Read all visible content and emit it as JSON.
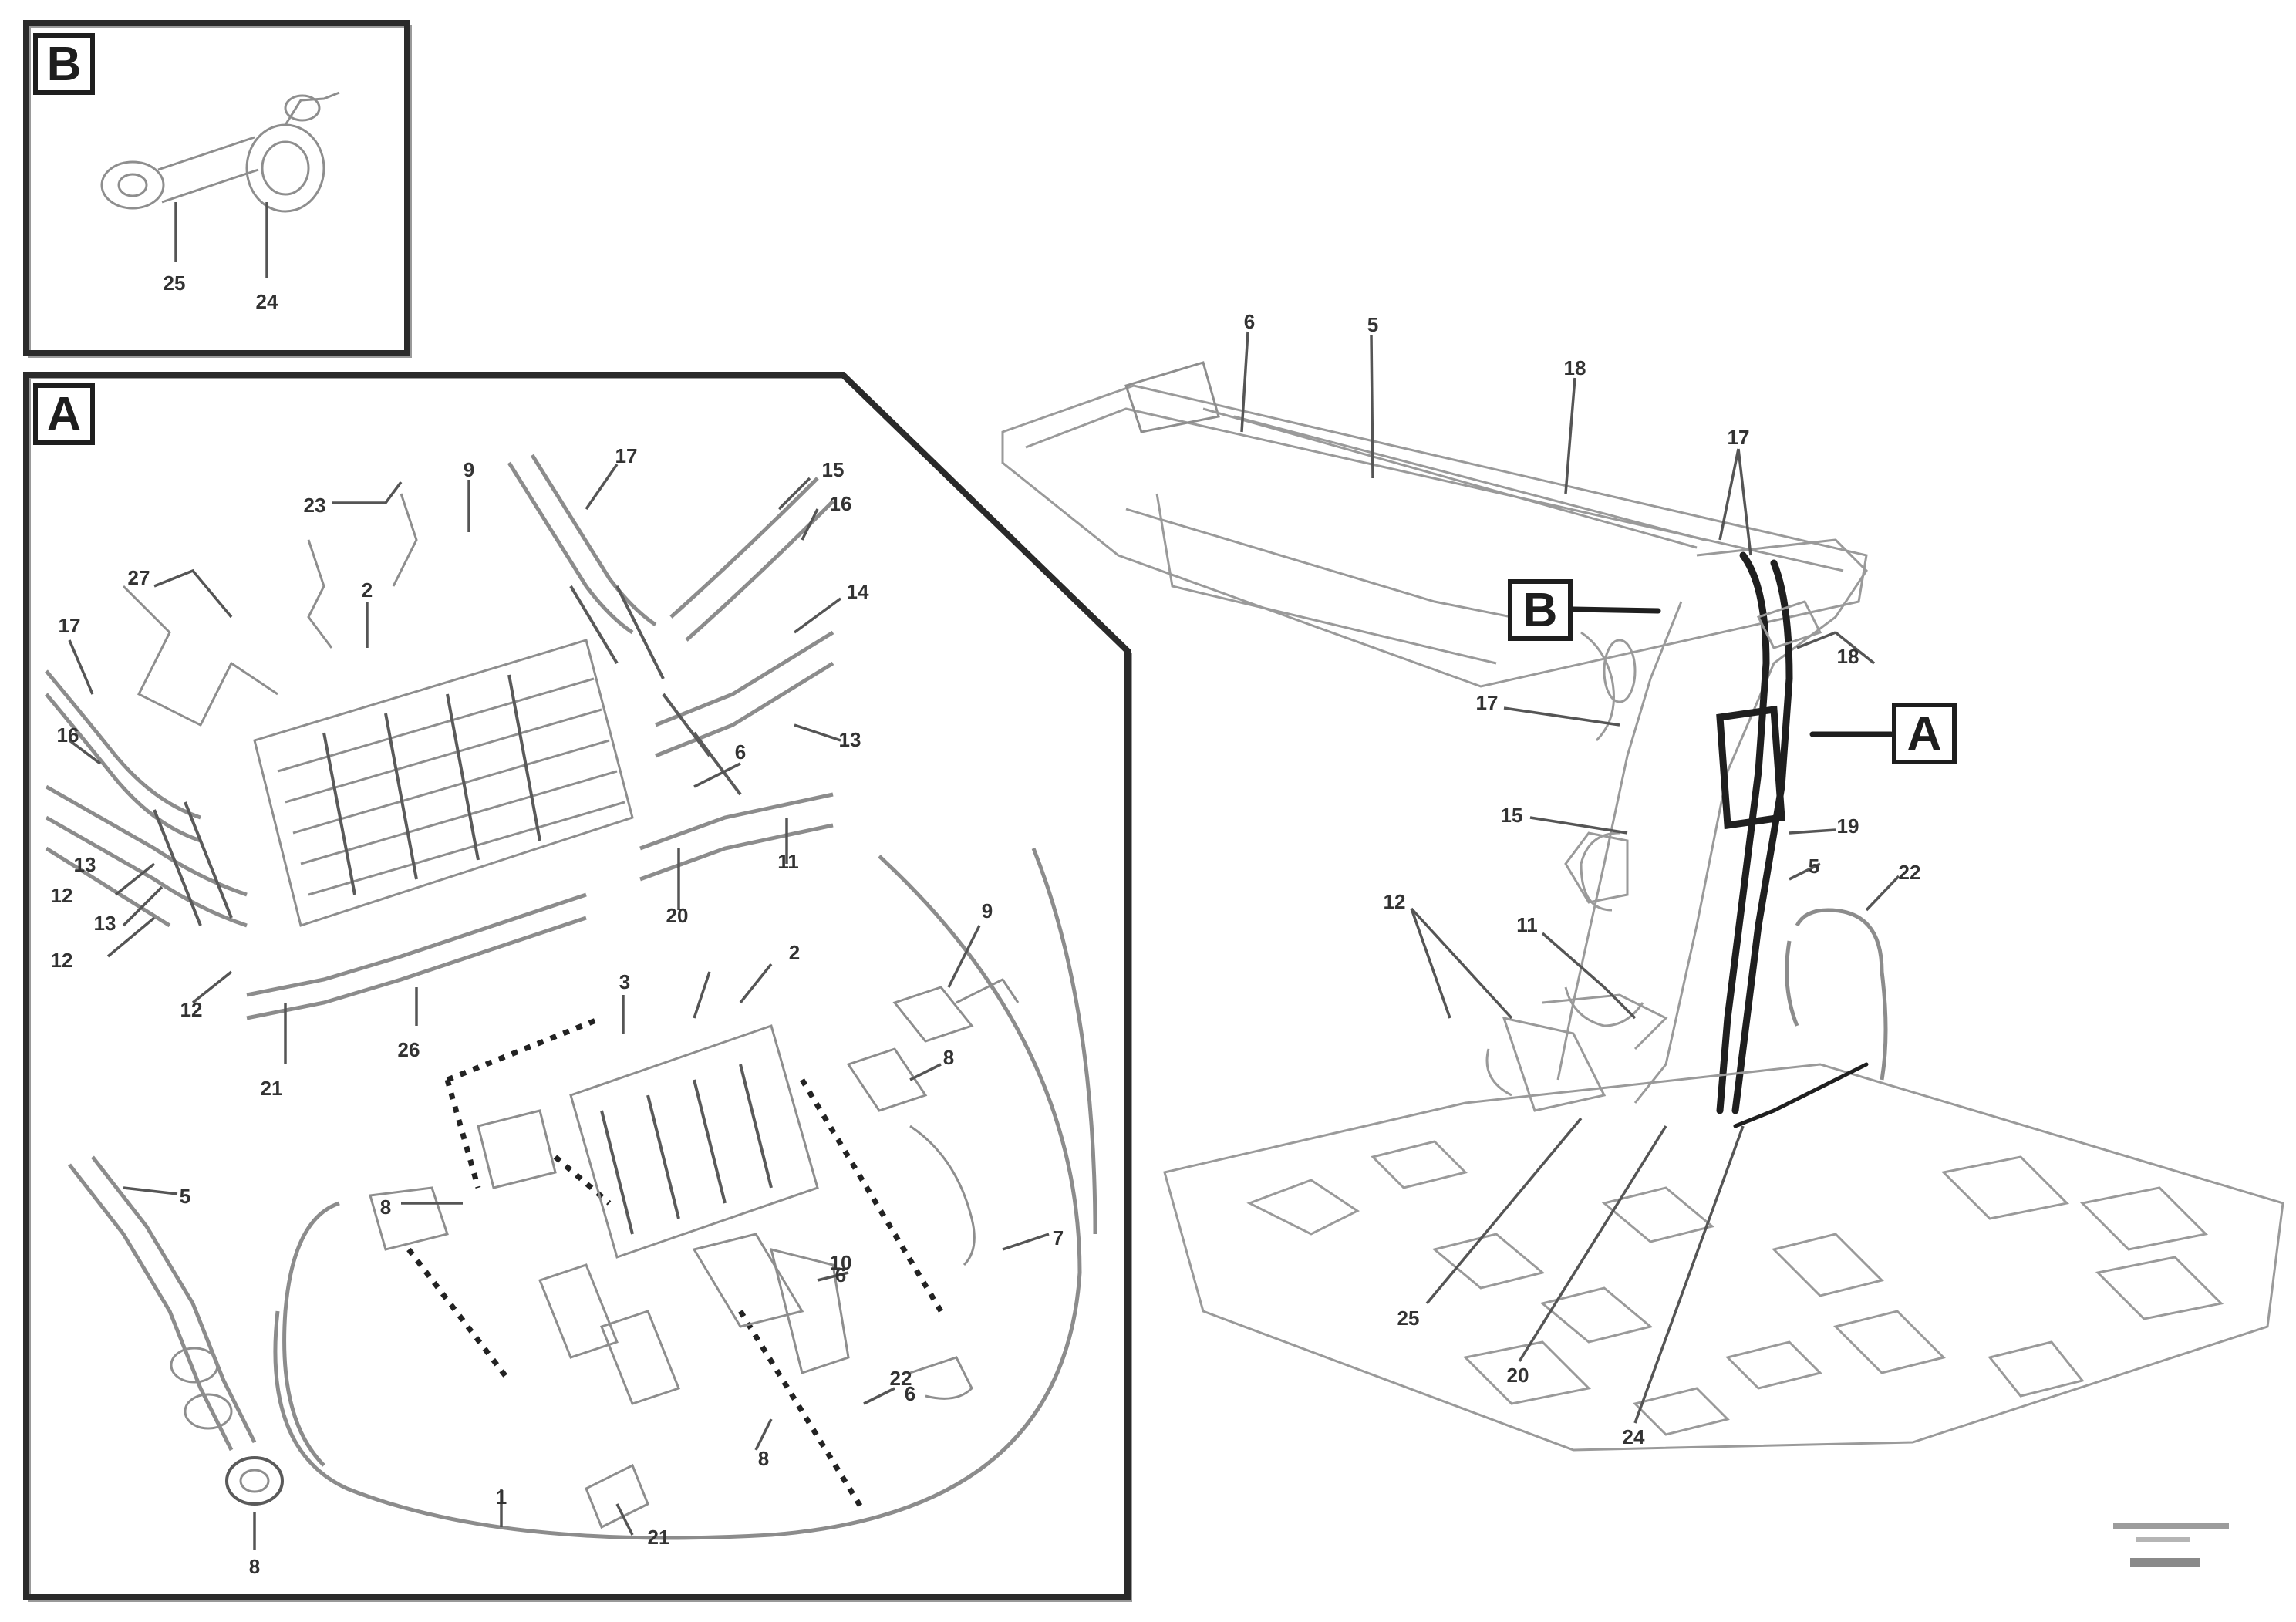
{
  "detail_b": {
    "tag": "B",
    "labels": [
      "25",
      "24"
    ]
  },
  "detail_a": {
    "tag": "A",
    "labels": [
      "23",
      "9",
      "17",
      "15",
      "16",
      "27",
      "2",
      "14",
      "17",
      "13",
      "16",
      "12",
      "13",
      "12",
      "6",
      "11",
      "13",
      "20",
      "12",
      "26",
      "21",
      "9",
      "3",
      "2",
      "8",
      "5",
      "8",
      "6",
      "7",
      "6",
      "10",
      "22",
      "8",
      "1",
      "21",
      "8"
    ]
  },
  "main_view": {
    "labels": [
      "6",
      "5",
      "18",
      "17",
      "18",
      "17",
      "15",
      "19",
      "5",
      "22",
      "11",
      "12",
      "25",
      "20",
      "24"
    ],
    "callouts": [
      {
        "tag": "B"
      },
      {
        "tag": "A"
      }
    ]
  },
  "footer": {
    "ref_line1": "",
    "ref_line2": ""
  }
}
